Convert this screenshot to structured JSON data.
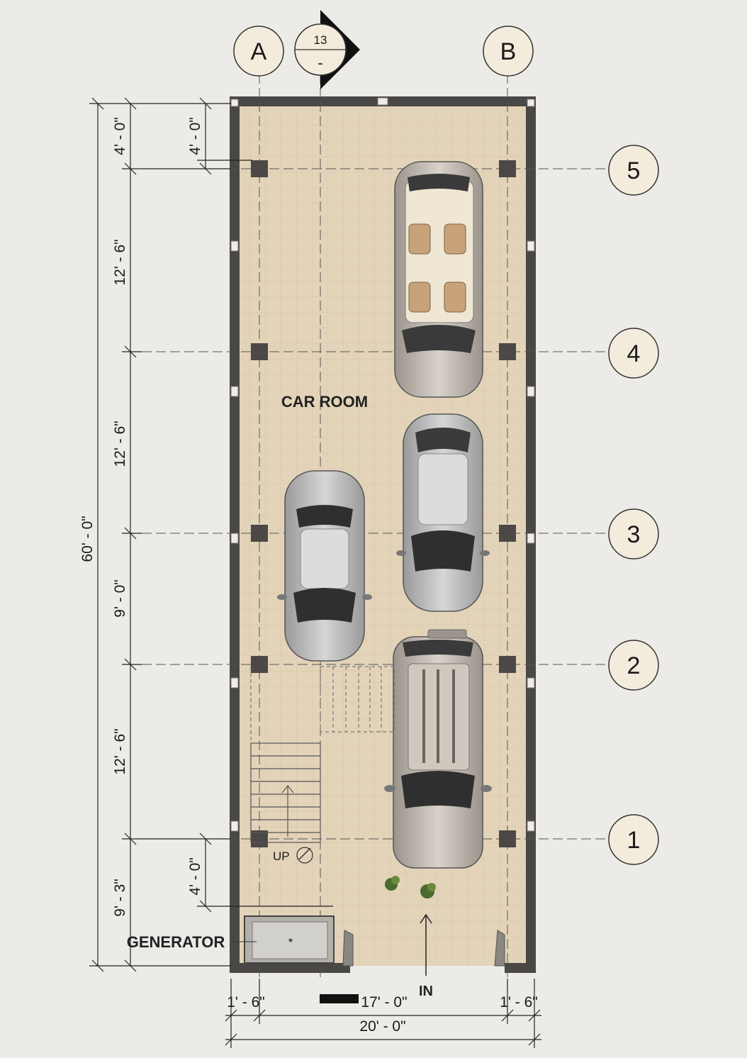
{
  "grid": {
    "columns": [
      "A",
      "B"
    ],
    "rows": [
      "5",
      "4",
      "3",
      "2",
      "1"
    ]
  },
  "section_marker": {
    "number": "13",
    "sheet": "-"
  },
  "rooms": {
    "car_room": "CAR ROOM",
    "generator": "GENERATOR"
  },
  "annotations": {
    "up": "UP",
    "in": "IN"
  },
  "dimensions": {
    "overall_height": "60' - 0\"",
    "left_chain": [
      "4' - 0\"",
      "12' - 6\"",
      "12' - 6\"",
      "9' - 0\"",
      "12' - 6\"",
      "9' - 3\""
    ],
    "inner_top": "4' - 0\"",
    "inner_bottom": "4' - 0\"",
    "bottom_left": "1' - 6\"",
    "bottom_center": "17' - 0\"",
    "bottom_right": "1' - 6\"",
    "overall_width": "20' - 0\""
  },
  "colors": {
    "floor": "#e3d3b9",
    "wall": "#4a4846",
    "grid_bubble": "#f3ecdc"
  }
}
